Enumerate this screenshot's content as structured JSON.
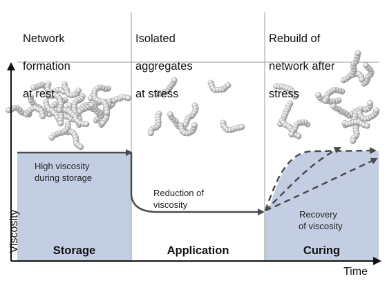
{
  "headers": [
    {
      "lines": [
        "Network",
        "formation",
        "at rest"
      ]
    },
    {
      "lines": [
        "Isolated",
        "aggregates",
        "at stress"
      ]
    },
    {
      "lines": [
        "Rebuild of",
        "network after",
        "stress"
      ]
    }
  ],
  "annotations": {
    "storage": [
      "High viscosity",
      "during storage"
    ],
    "application": [
      "Reduction of",
      "viscosity"
    ],
    "curing": [
      "Recovery",
      "of viscosity"
    ]
  },
  "phases": {
    "storage": "Storage",
    "application": "Application",
    "curing": "Curing"
  },
  "axes": {
    "y_label": "Viscosity",
    "x_label": "Time"
  },
  "colors": {
    "fill": "#c3cee3",
    "line": "#4a4a4a",
    "divider": "#9a9a9a",
    "particle": "#b8b8b8"
  }
}
